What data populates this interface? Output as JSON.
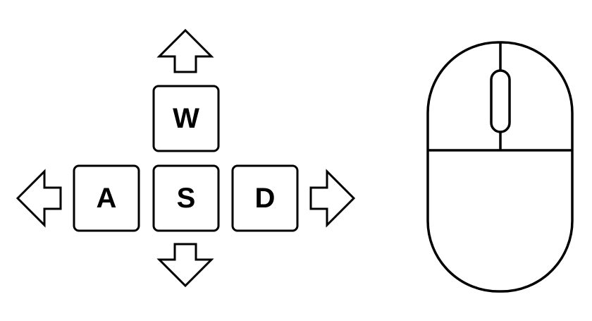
{
  "colors": {
    "stroke": "#000000",
    "background": "#ffffff",
    "key_fill": "#ffffff"
  },
  "keys": {
    "w": "W",
    "a": "A",
    "s": "S",
    "d": "D"
  },
  "icons": {
    "up": "arrow-up-icon",
    "down": "arrow-down-icon",
    "left": "arrow-left-icon",
    "right": "arrow-right-icon",
    "mouse": "computer-mouse-icon"
  }
}
